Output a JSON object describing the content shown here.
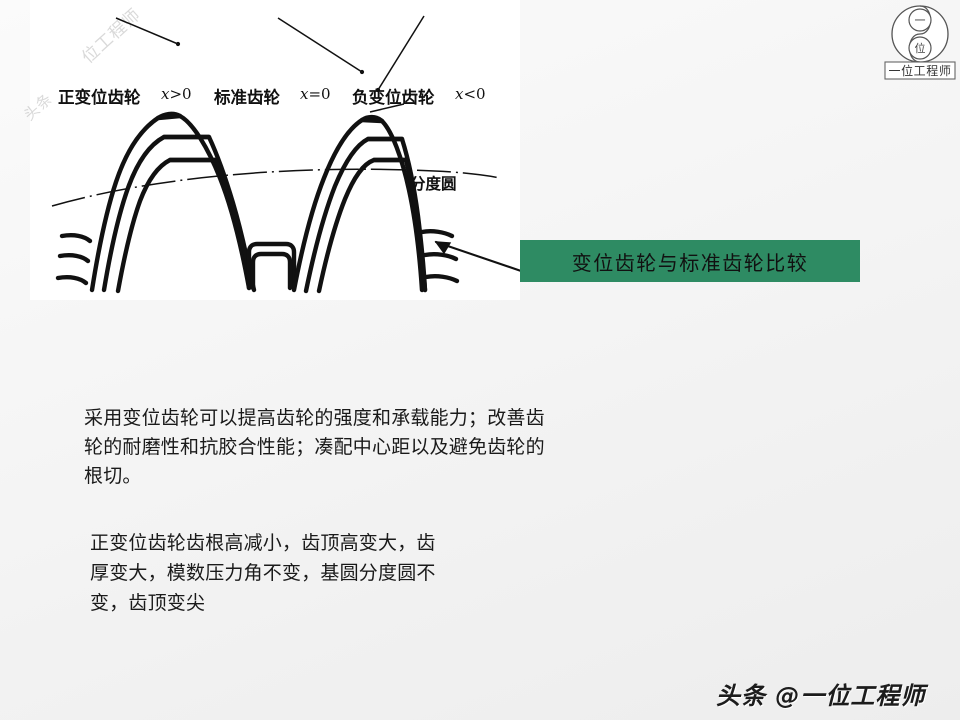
{
  "slide": {
    "background_color": "#f4f4f4"
  },
  "figure": {
    "panel_background": "#ffffff",
    "watermarks": [
      {
        "text": "位工程师"
      },
      {
        "text": "头条"
      }
    ],
    "labels": [
      {
        "name": "positive-shift-gear",
        "text": "正变位齿轮",
        "math_var": "x",
        "math_op": ">",
        "math_value": "0"
      },
      {
        "name": "standard-gear",
        "text": "标准齿轮",
        "math_var": "x",
        "math_op": "=",
        "math_value": "0"
      },
      {
        "name": "negative-shift-gear",
        "text": "负变位齿轮",
        "math_var": "x",
        "math_op": "<",
        "math_value": "0"
      }
    ],
    "pitch_circle_label": "分度圆"
  },
  "callout": {
    "text": "变位齿轮与标准齿轮比较",
    "background_color": "#2e8b63",
    "text_color": "#111111"
  },
  "content": {
    "paragraph1": [
      "采用变位齿轮可以提高齿轮的强度和承载能力；改善齿",
      "轮的耐磨性和抗胶合性能；凑配中心距以及避免齿轮的",
      "根切。"
    ],
    "paragraph2": [
      "正变位齿轮齿根高减小，齿顶高变大，齿",
      "厚变大，模数压力角不变，基圆分度圆不",
      "变，齿顶变尖"
    ]
  },
  "brand": {
    "logo_top_char": "一",
    "logo_bottom_char": "位",
    "logo_caption": "一位工程师"
  },
  "watermark": {
    "bottom_text": "头条 @一位工程师"
  }
}
